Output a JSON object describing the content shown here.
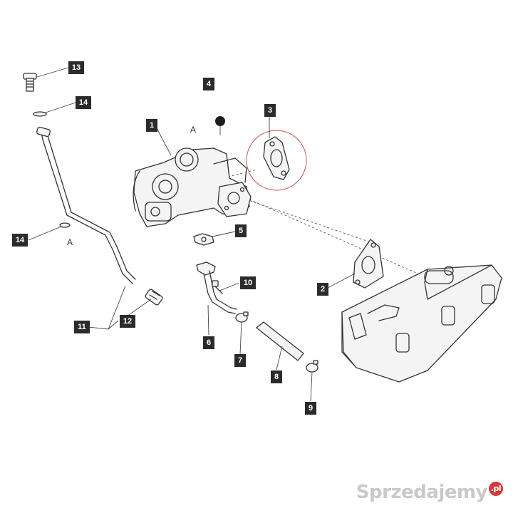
{
  "diagram": {
    "callouts": {
      "c1": "1",
      "c2": "2",
      "c3": "3",
      "c4": "4",
      "c5": "5",
      "c6": "6",
      "c7": "7",
      "c8": "8",
      "c9": "9",
      "c10": "10",
      "c11": "11",
      "c12": "12",
      "c13": "13",
      "c14a": "14",
      "c14b": "14"
    },
    "reference_marks": {
      "a_turbo": "A",
      "a_pipe": "A"
    }
  },
  "watermark": {
    "brand": "Sprzedajemy",
    "suffix": ".pl"
  }
}
